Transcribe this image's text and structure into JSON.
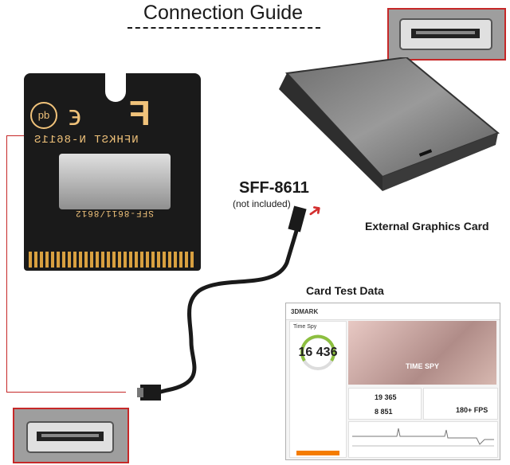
{
  "title": "Connection Guide",
  "board": {
    "silk_top": "NFHKST N-8611S",
    "silk_mid": "SFF-8611/8612",
    "pb_mark": "pb"
  },
  "cable": {
    "name": "SFF-8611",
    "note": "(not included)"
  },
  "egpu": {
    "label": "External Graphics Card"
  },
  "test": {
    "title": "Card Test Data",
    "app": "3DMARK",
    "bench": "Time Spy",
    "score": "16 436",
    "hero_label": "TIME SPY",
    "graphics_score": "19 365",
    "cpu_score": "8 851",
    "fps": "180+ FPS"
  },
  "colors": {
    "accent_red": "#c62828",
    "gold": "#f0c27a"
  }
}
